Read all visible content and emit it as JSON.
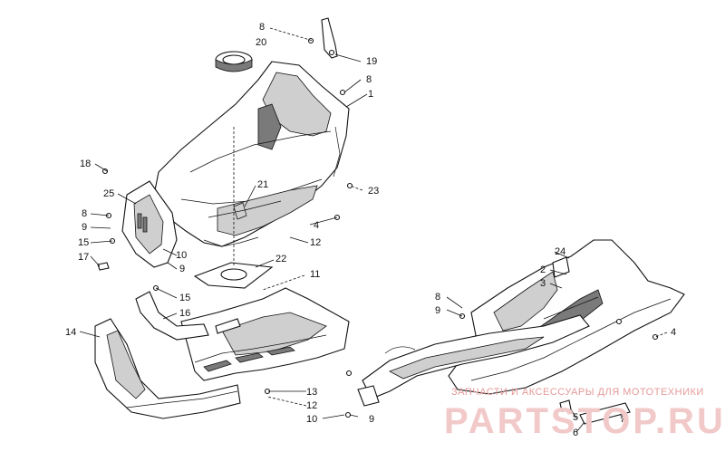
{
  "callouts": [
    "1",
    "2",
    "3",
    "4",
    "4",
    "5",
    "6",
    "7",
    "8",
    "8",
    "8",
    "8",
    "9",
    "9",
    "9",
    "9",
    "10",
    "10",
    "11",
    "12",
    "12",
    "13",
    "14",
    "15",
    "15",
    "16",
    "17",
    "18",
    "19",
    "20",
    "21",
    "22",
    "23",
    "24",
    "25"
  ],
  "watermark": {
    "tagline": "ЗАПЧАСТИ И АКСЕССУАРЫ ДЛЯ МОТОТЕХНИКИ",
    "brand": "PARTSTOP.RU"
  }
}
